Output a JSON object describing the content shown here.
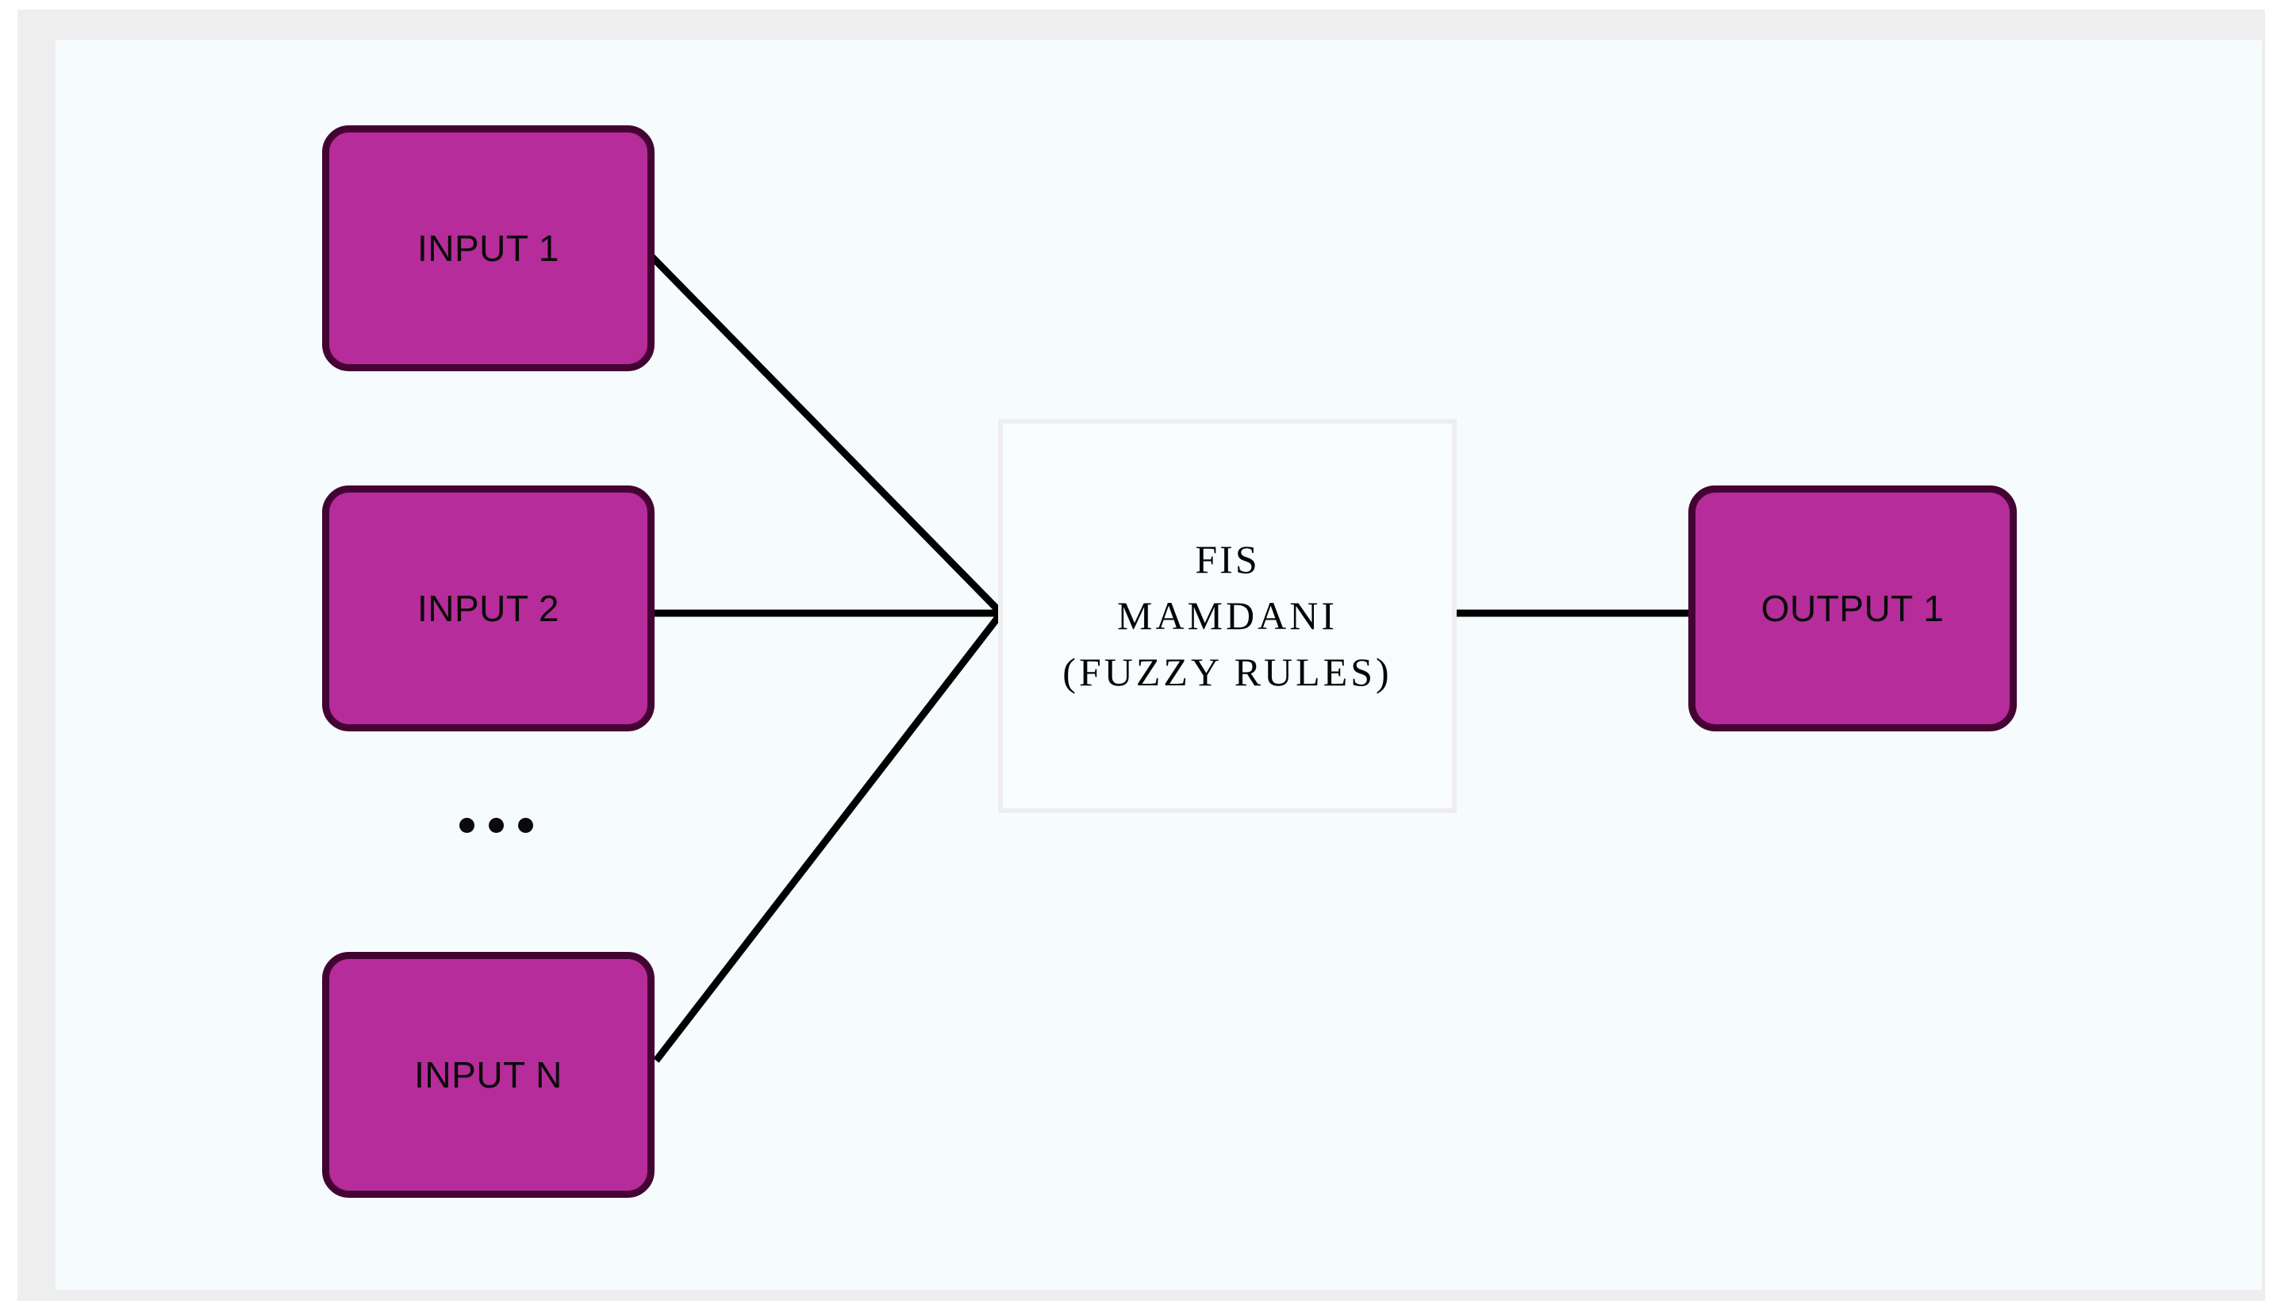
{
  "diagram": {
    "title": "Mamdani Fuzzy Inference System block diagram",
    "background_color": "#f6fbfd",
    "frame_color": "#eeeeee",
    "node_fill": "#b62c9a",
    "node_border": "#440433",
    "connector_color": "#000000",
    "process_box_border": "#efeded",
    "process_box_fill": "#f8fcfe"
  },
  "inputs": [
    {
      "id": "input-1",
      "label": "INPUT 1"
    },
    {
      "id": "input-2",
      "label": "INPUT 2"
    },
    {
      "id": "input-n",
      "label": "INPUT N"
    }
  ],
  "ellipsis": {
    "label": "...",
    "dot_count": 3
  },
  "process": {
    "id": "fis",
    "lines": [
      "FIS",
      "MAMDANI",
      "(FUZZY RULES)"
    ],
    "line_1": "FIS",
    "line_2": "MAMDANI",
    "line_3": "(FUZZY RULES)"
  },
  "outputs": [
    {
      "id": "output-1",
      "label": "OUTPUT 1"
    }
  ],
  "connectors": [
    {
      "id": "input-1-to-fis",
      "from": "INPUT 1",
      "to": "FIS MAMDANI"
    },
    {
      "id": "input-2-to-fis",
      "from": "INPUT 2",
      "to": "FIS MAMDANI"
    },
    {
      "id": "input-n-to-fis",
      "from": "INPUT N",
      "to": "FIS MAMDANI"
    },
    {
      "id": "fis-to-output-1",
      "from": "FIS MAMDANI",
      "to": "OUTPUT 1"
    }
  ]
}
